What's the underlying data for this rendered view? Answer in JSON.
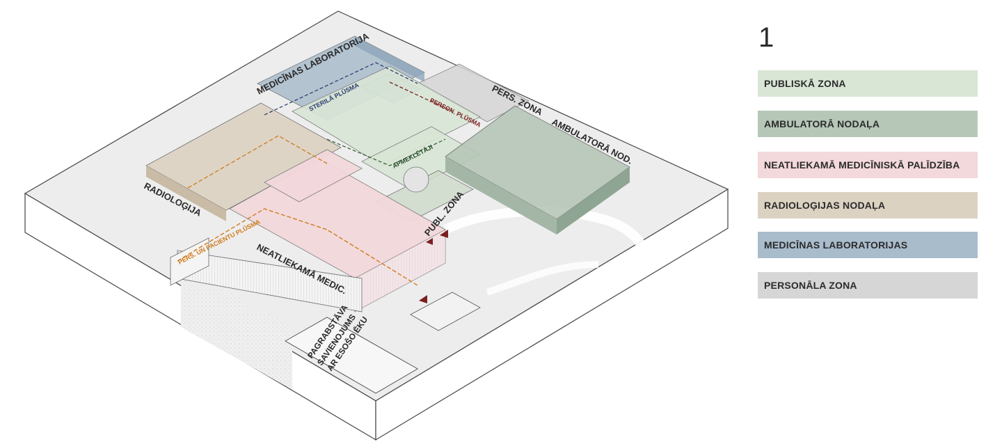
{
  "legend": {
    "number": "1",
    "items": [
      {
        "label": "PUBLISKĀ ZONA",
        "color": "#d9e6d6"
      },
      {
        "label": "AMBULATORĀ NODAĻA",
        "color": "#b6c7b8"
      },
      {
        "label": "NEATLIEKAMĀ MEDICĪNISKĀ PALĪDZĪBA",
        "color": "#f3d8dc"
      },
      {
        "label": "RADIOLOĢIJAS NODAĻA",
        "color": "#dcd2c2"
      },
      {
        "label": "MEDICĪNAS LABORATORIJAS",
        "color": "#a9bccc"
      },
      {
        "label": "PERSONĀLA ZONA",
        "color": "#d6d6d6"
      }
    ]
  },
  "diagram": {
    "labels": {
      "lab": "MEDICĪNAS LABORATORIJA",
      "pers_zona": "PERS. ZONA",
      "ambulatora": "AMBULATORĀ NOD.",
      "radiologija": "RADIOLOĢIJA",
      "neatliekama": "NEATLIEKAMĀ MEDIC.",
      "publ_zona": "PUBL. ZONA",
      "pagrabstava_1": "PAGRABSTĀVA",
      "pagrabstava_2": "SAVIENOJUMS",
      "pagrabstava_3": "AR ESOŠO ĒKU"
    },
    "flows": {
      "sterila": "STERILĀ PLŪSMA",
      "person": "PERSON. PLŪSMA",
      "apmekletaji": "APMEKLĒTĀJI",
      "pacienti": "PERS. UN PACIENTU PLŪSMA"
    }
  }
}
